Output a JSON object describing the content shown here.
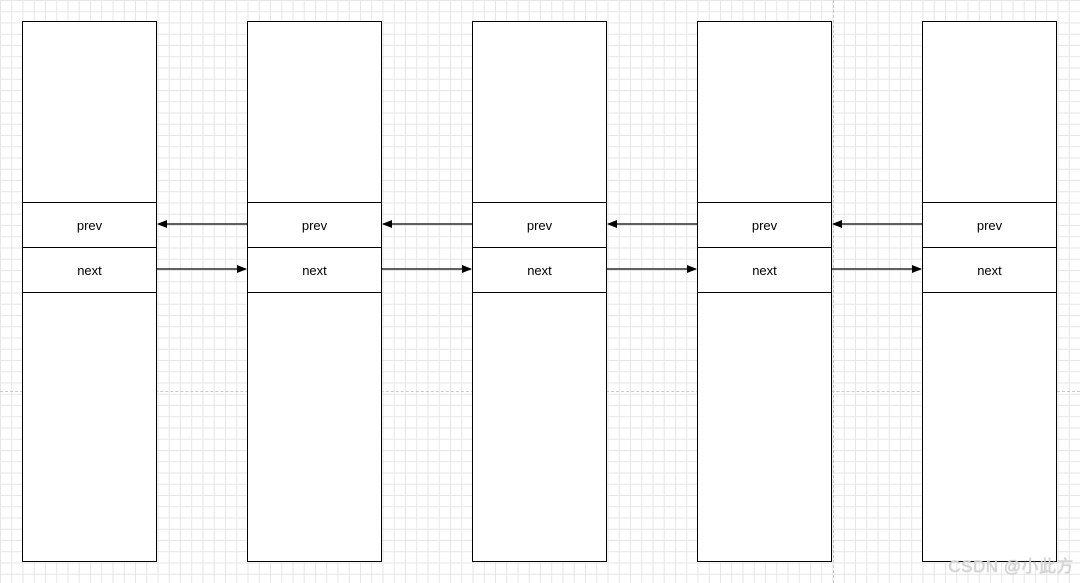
{
  "diagram": {
    "nodes": [
      {
        "prev_label": "prev",
        "next_label": "next"
      },
      {
        "prev_label": "prev",
        "next_label": "next"
      },
      {
        "prev_label": "prev",
        "next_label": "next"
      },
      {
        "prev_label": "prev",
        "next_label": "next"
      },
      {
        "prev_label": "prev",
        "next_label": "next"
      }
    ],
    "links": {
      "prev_direction": "right-to-left",
      "next_direction": "left-to-right"
    },
    "colors": {
      "stroke": "#000000",
      "grid": "#e6e6e6",
      "background": "#ffffff"
    }
  },
  "watermark": {
    "text": "CSDN @小此方"
  }
}
